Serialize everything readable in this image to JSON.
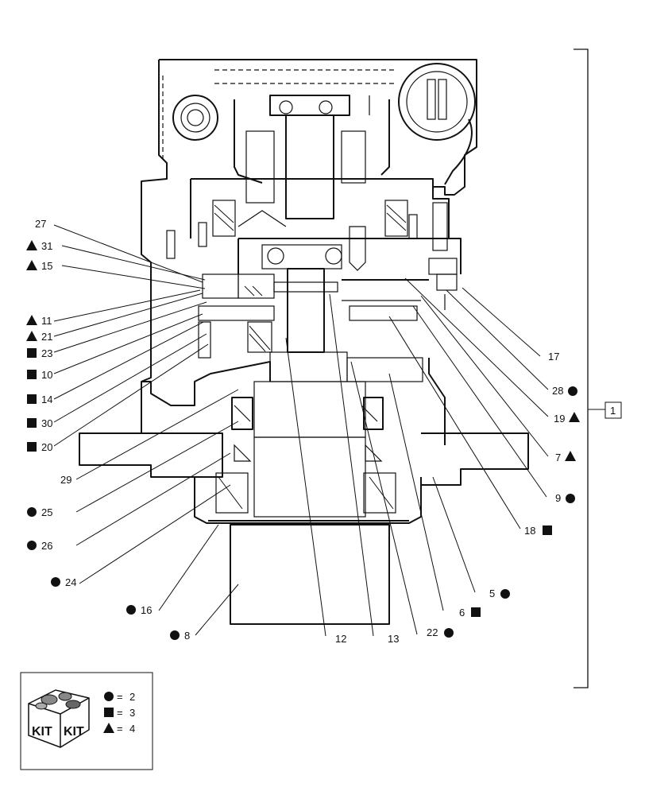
{
  "callouts": [
    {
      "id": "c27",
      "number": "27",
      "symbol": ""
    },
    {
      "id": "c31",
      "number": "31",
      "symbol": "triangle"
    },
    {
      "id": "c15",
      "number": "15",
      "symbol": "triangle"
    },
    {
      "id": "c11",
      "number": "11",
      "symbol": "triangle"
    },
    {
      "id": "c21",
      "number": "21",
      "symbol": "triangle"
    },
    {
      "id": "c23",
      "number": "23",
      "symbol": "square"
    },
    {
      "id": "c10",
      "number": "10",
      "symbol": "square"
    },
    {
      "id": "c14",
      "number": "14",
      "symbol": "square"
    },
    {
      "id": "c30",
      "number": "30",
      "symbol": "square"
    },
    {
      "id": "c20",
      "number": "20",
      "symbol": "square"
    },
    {
      "id": "c29",
      "number": "29",
      "symbol": ""
    },
    {
      "id": "c25",
      "number": "25",
      "symbol": "circle"
    },
    {
      "id": "c26",
      "number": "26",
      "symbol": "circle"
    },
    {
      "id": "c24",
      "number": "24",
      "symbol": "circle"
    },
    {
      "id": "c16",
      "number": "16",
      "symbol": "circle"
    },
    {
      "id": "c8",
      "number": "8",
      "symbol": "circle"
    },
    {
      "id": "c12",
      "number": "12",
      "symbol": ""
    },
    {
      "id": "c13",
      "number": "13",
      "symbol": ""
    },
    {
      "id": "c22",
      "number": "22",
      "symbol": "circle"
    },
    {
      "id": "c6",
      "number": "6",
      "symbol": "square"
    },
    {
      "id": "c5",
      "number": "5",
      "symbol": "circle"
    },
    {
      "id": "c18",
      "number": "18",
      "symbol": "square"
    },
    {
      "id": "c9",
      "number": "9",
      "symbol": "circle"
    },
    {
      "id": "c7",
      "number": "7",
      "symbol": "triangle"
    },
    {
      "id": "c19",
      "number": "19",
      "symbol": "triangle"
    },
    {
      "id": "c28",
      "number": "28",
      "symbol": "circle"
    },
    {
      "id": "c17",
      "number": "17",
      "symbol": ""
    }
  ],
  "assembly": {
    "number": "1"
  },
  "kit": {
    "label_left": "KIT",
    "label_right": "KIT",
    "legend": [
      {
        "symbol": "circle",
        "equals": "=",
        "count": "2"
      },
      {
        "symbol": "square",
        "equals": "=",
        "count": "3"
      },
      {
        "symbol": "triangle",
        "equals": "=",
        "count": "4"
      }
    ]
  },
  "colors": {
    "line": "#111111",
    "background": "#ffffff"
  }
}
